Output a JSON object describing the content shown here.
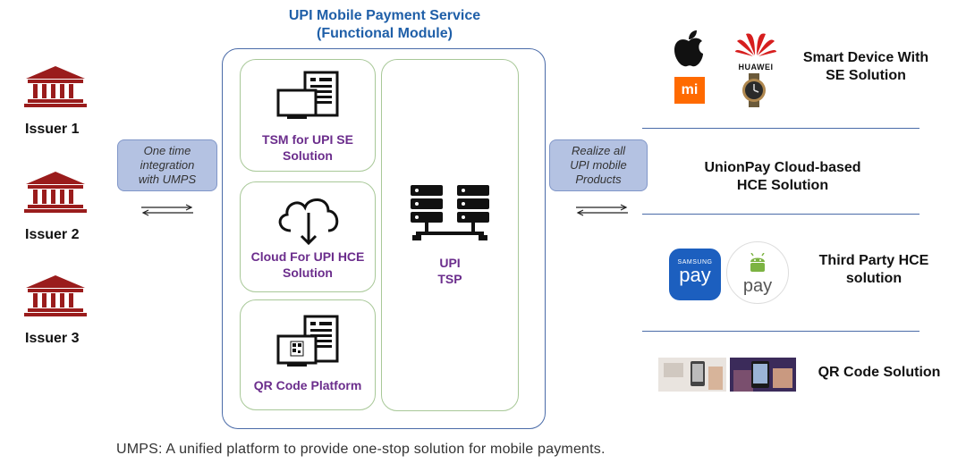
{
  "header": {
    "title_line1": "UPI Mobile Payment Service",
    "title_line2": "(Functional Module)"
  },
  "issuers": [
    "Issuer 1",
    "Issuer 2",
    "Issuer 3"
  ],
  "left_note": {
    "line1": "One time",
    "line2": "integration",
    "line3": "with  UMPS"
  },
  "right_note": {
    "line1": "Realize all",
    "line2": "UPI mobile",
    "line3": "Products"
  },
  "modules": {
    "tsm": {
      "line1": "TSM for UPI SE",
      "line2": "Solution"
    },
    "cloud": {
      "line1": "Cloud For UPI HCE",
      "line2": "Solution"
    },
    "qr": {
      "line1": "QR Code Platform"
    },
    "tsp": {
      "line1": "UPI",
      "line2": "TSP"
    }
  },
  "solutions": {
    "smart": {
      "line1": "Smart Device With",
      "line2": "SE Solution"
    },
    "cloud_hce": {
      "line1": "UnionPay Cloud-based",
      "line2": "HCE Solution"
    },
    "third_party": {
      "line1": "Third Party HCE",
      "line2": "solution"
    },
    "qr": {
      "line1": "QR Code Solution"
    }
  },
  "logos": {
    "huawei": "HUAWEI",
    "mi": "mi",
    "samsung_top": "SAMSUNG",
    "samsung_pay": "pay",
    "android_pay": "pay"
  },
  "footer": "UMPS: A unified platform to provide one-stop solution for mobile payments.",
  "colors": {
    "issuer": "#9a1c1c",
    "title": "#1f5fa8",
    "module_text": "#6b2d8c",
    "note_bg": "#b4c2e2",
    "border": "#4a6ba8"
  }
}
